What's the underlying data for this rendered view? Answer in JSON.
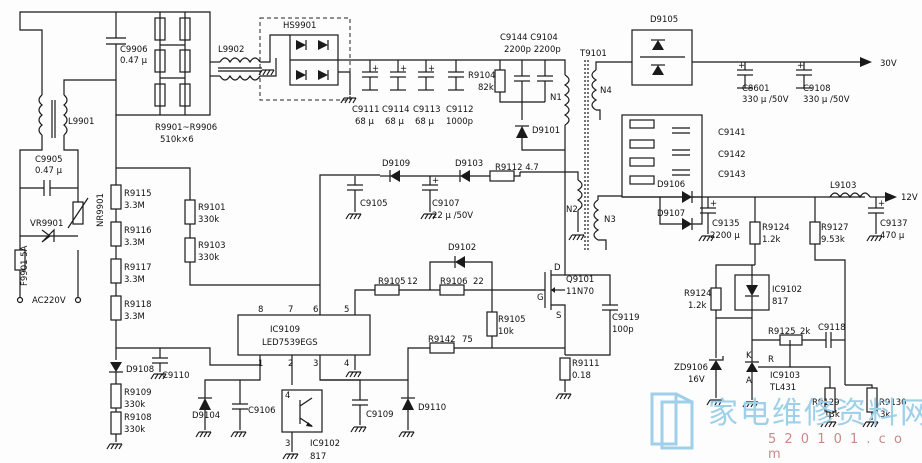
{
  "watermark": {
    "title": "家电维修资料网",
    "url": "5 2 0 1 0 1 . c o m"
  },
  "labels": {
    "ac": "AC220V",
    "f9901": "F9901 5A",
    "vr9901": "VR9901",
    "nr9901": "NR9901",
    "l9901": "L9901",
    "c9906": "C9906",
    "c9906v": "0.47 μ",
    "c9905": "C9905",
    "c9905v": "0.47 μ",
    "l9902": "L9902",
    "hs9901": "HS9901",
    "rbank": "R9901~R9906",
    "rbankv": "510k×6",
    "c9111": "C9111",
    "c9111v": "68 μ",
    "c9114": "C9114",
    "c9114v": "68 μ",
    "c9113": "C9113",
    "c9113v": "68 μ",
    "c9112": "C9112",
    "c9112v": "1000p",
    "r9104": "R9104",
    "r9104v": "82k",
    "c9144": "C9144 C9104",
    "c9144v": "2200p 2200p",
    "n1": "N1",
    "d9101": "D9101",
    "t9101": "T9101",
    "n4": "N4",
    "d9105": "D9105",
    "c8601": "C8601",
    "c8601v": "330 μ /50V",
    "c9108": "C9108",
    "c9108v": "330 μ /50V",
    "v30": "30V",
    "c9141": "C9141",
    "c9142": "C9142",
    "c9143": "C9143",
    "d9106": "D9106",
    "d9107": "D9107",
    "n3": "N3",
    "c9135": "C9135",
    "c9135v": "2200 μ",
    "l9103": "L9103",
    "v12": "12V",
    "r9124a": "R9124",
    "r9124av": "1.2k",
    "r9127": "R9127",
    "r9127v": "9.53k",
    "c9137": "C9137",
    "c9137v": "470 μ",
    "r9115": "R9115",
    "r9115v": "3.3M",
    "r9116": "R9116",
    "r9116v": "3.3M",
    "r9117": "R9117",
    "r9117v": "3.3M",
    "r9118": "R9118",
    "r9118v": "3.3M",
    "r9101": "R9101",
    "r9101v": "330k",
    "r9103": "R9103",
    "r9103v": "330k",
    "d9109": "D9109",
    "d9103": "D9103",
    "r9112": "R9112 4.7",
    "c9105": "C9105",
    "c9107": "C9107",
    "c9107v": "22 μ /50V",
    "n2": "N2",
    "d9102": "D9102",
    "r9105a": "R9105",
    "r9105av": "12",
    "r9106": "R9106",
    "r9106v": "22",
    "q9101": "Q9101",
    "q9101v": "11N70",
    "pin_d": "D",
    "pin_g": "G",
    "pin_s": "S",
    "r9105b": "R9105",
    "r9105bv": "10k",
    "c9119": "C9119",
    "c9119v": "100p",
    "ic9109": "IC9109",
    "ic9109v": "LED7539EGS",
    "p8": "8",
    "p7": "7",
    "p6": "6",
    "p5": "5",
    "p1": "1",
    "p2": "2",
    "p3": "3",
    "p4": "4",
    "d9108": "D9108",
    "c9110": "C9110",
    "r9109": "R9109",
    "r9109v": "330k",
    "r9108": "R9108",
    "r9108v": "330k",
    "d9104": "D9104",
    "c9106": "C9106",
    "c9109": "C9109",
    "d9110": "D9110",
    "r9142": "R9142",
    "r9142v": "75",
    "r9111": "R9111",
    "r9111v": "0.18",
    "ic9102a": "IC9102",
    "ic9102av": "817",
    "opt_p3": "3",
    "opt_p4": "4",
    "r9124b": "R9124",
    "r9124bv": "1.2k",
    "ic9102b": "IC9102",
    "ic9102bv": "817",
    "r9125": "R9125",
    "r9125v": "2k",
    "c9118": "C9118",
    "zd9106": "ZD9106",
    "zd9106v": "16V",
    "ic9103": "IC9103",
    "ic9103v": "TL431",
    "pin_k": "K",
    "pin_r": "R",
    "pin_a": "A",
    "r9129": "R9129",
    "r9129v": "13k",
    "r9130": "R9130",
    "r9130v": "3k"
  }
}
